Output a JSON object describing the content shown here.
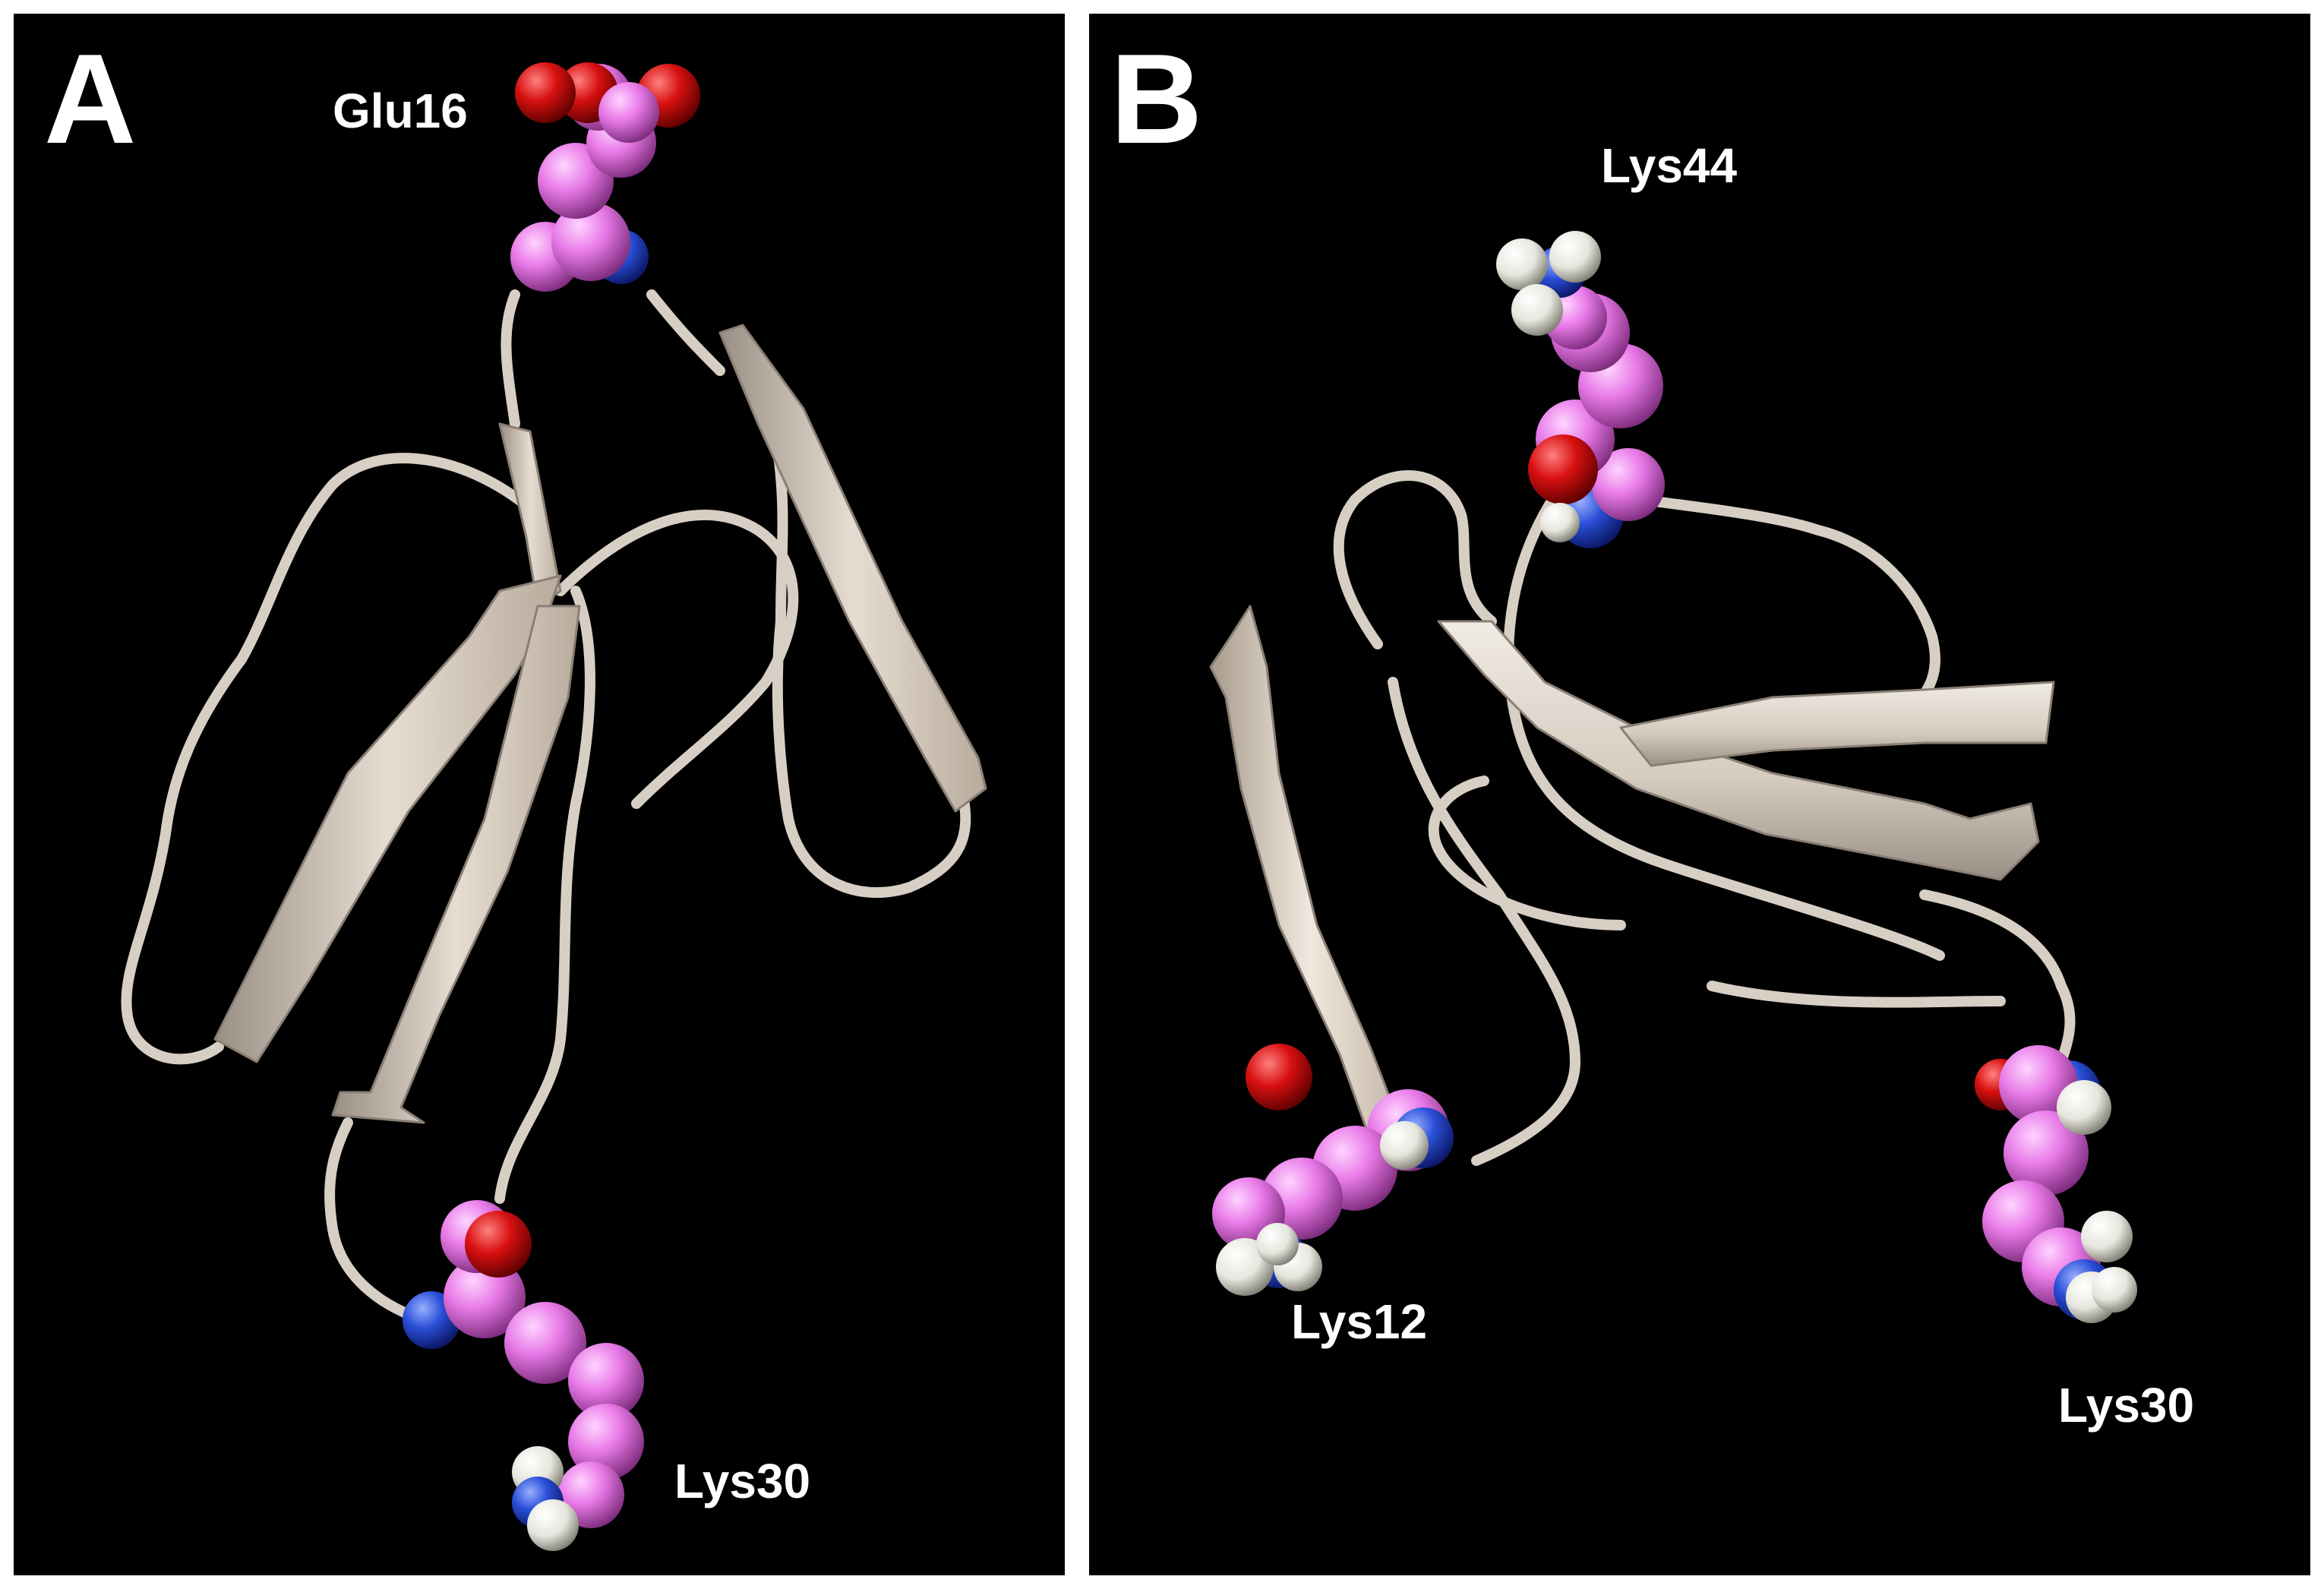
{
  "panels": [
    {
      "letter": "A",
      "residues": [
        "Glu16",
        "Lys30"
      ]
    },
    {
      "letter": "B",
      "residues": [
        "Lys44",
        "Lys12",
        "Lys30"
      ]
    }
  ],
  "colors": {
    "background": "#000000",
    "ribbon": "#d8cfc4",
    "carbon": "#e87ae8",
    "oxygen": "#d81010",
    "nitrogen": "#2a4fd8",
    "hydrogen": "#f0f0ea"
  }
}
